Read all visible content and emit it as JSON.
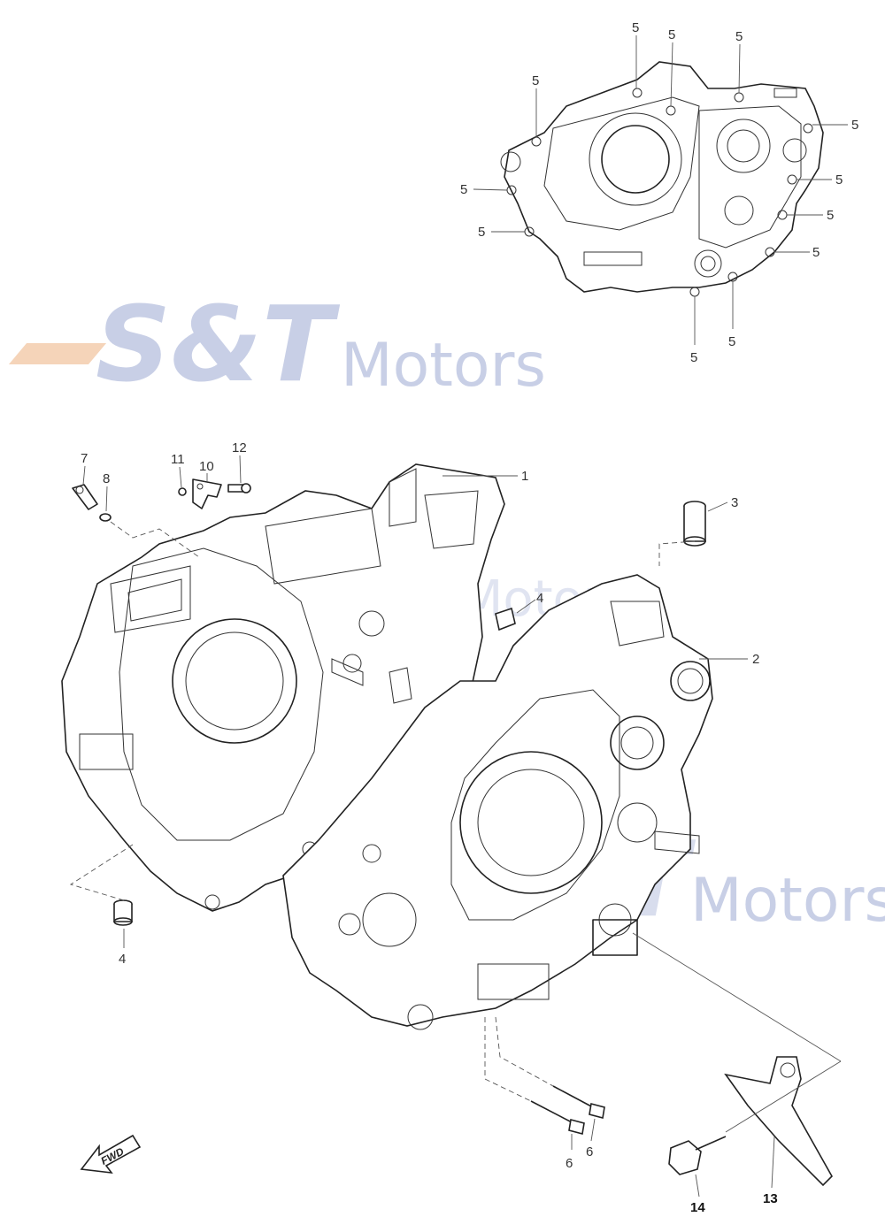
{
  "watermark": {
    "brand_mark": "S&T",
    "brand_name": "Motors",
    "colors": {
      "blue": "#c8cfe6",
      "orange": "#f3c9a8"
    }
  },
  "fwd_label": "FWD",
  "callouts": {
    "c1": "1",
    "c2": "2",
    "c3": "3",
    "c4a": "4",
    "c4b": "4",
    "c5": "5",
    "c6a": "6",
    "c6b": "6",
    "c7": "7",
    "c8": "8",
    "c10": "10",
    "c11": "11",
    "c12": "12",
    "c13": "13",
    "c14": "14"
  },
  "icons": {
    "direction_arrow": "fwd-arrow-icon"
  }
}
